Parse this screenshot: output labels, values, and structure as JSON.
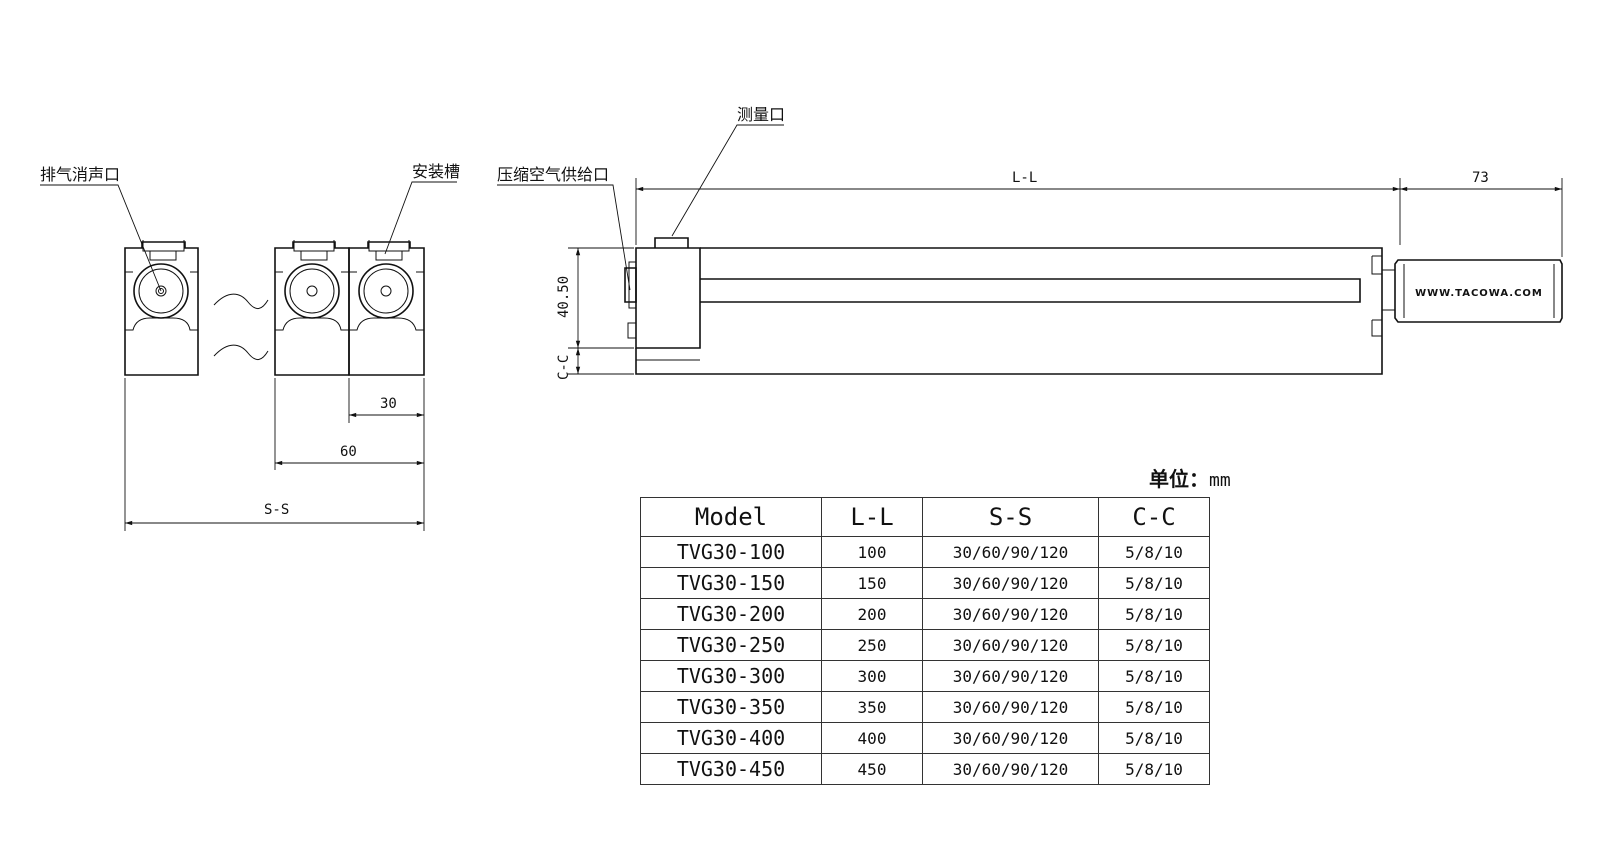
{
  "labels": {
    "exhaust_muffler_port": "排气消声口",
    "mounting_slot": "安装槽",
    "compressed_air_supply_port": "压缩空气供给口",
    "measurement_port": "测量口",
    "engraving": "WWW.TACOWA.COM"
  },
  "dimensions": {
    "ss": "S-S",
    "d60": "60",
    "d30": "30",
    "ll": "L-L",
    "d73": "73",
    "h40_50": "40.50",
    "cc": "C-C"
  },
  "unit": {
    "label": "单位：",
    "value": "mm"
  },
  "table": {
    "headers": [
      "Model",
      "L-L",
      "S-S",
      "C-C"
    ],
    "rows": [
      [
        "TVG30-100",
        "100",
        "30/60/90/120",
        "5/8/10"
      ],
      [
        "TVG30-150",
        "150",
        "30/60/90/120",
        "5/8/10"
      ],
      [
        "TVG30-200",
        "200",
        "30/60/90/120",
        "5/8/10"
      ],
      [
        "TVG30-250",
        "250",
        "30/60/90/120",
        "5/8/10"
      ],
      [
        "TVG30-300",
        "300",
        "30/60/90/120",
        "5/8/10"
      ],
      [
        "TVG30-350",
        "350",
        "30/60/90/120",
        "5/8/10"
      ],
      [
        "TVG30-400",
        "400",
        "30/60/90/120",
        "5/8/10"
      ],
      [
        "TVG30-450",
        "450",
        "30/60/90/120",
        "5/8/10"
      ]
    ]
  }
}
